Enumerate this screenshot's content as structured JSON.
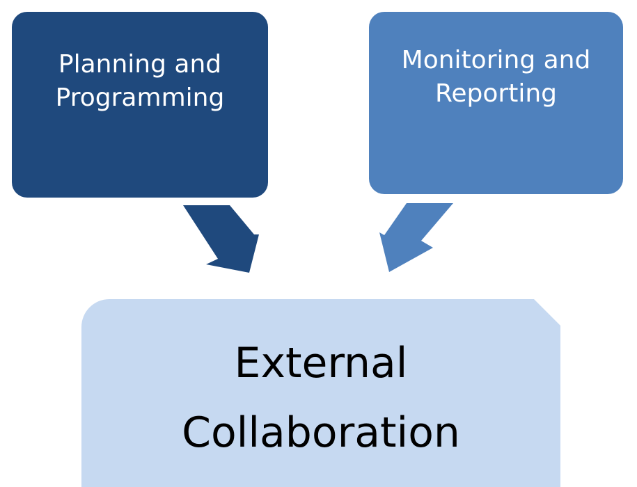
{
  "diagram": {
    "nodes": [
      {
        "id": "planning",
        "lines": [
          "Planning and",
          "Programming"
        ]
      },
      {
        "id": "monitoring",
        "lines": [
          "Monitoring and",
          "Reporting"
        ]
      },
      {
        "id": "external",
        "lines": [
          "External",
          "Collaboration"
        ]
      }
    ],
    "edges": [
      {
        "from": "planning",
        "to": "external"
      },
      {
        "from": "monitoring",
        "to": "external"
      }
    ]
  },
  "colors": {
    "planning_fill": "#1f497d",
    "monitoring_fill": "#4f81bd",
    "external_fill": "#c6d9f1"
  }
}
